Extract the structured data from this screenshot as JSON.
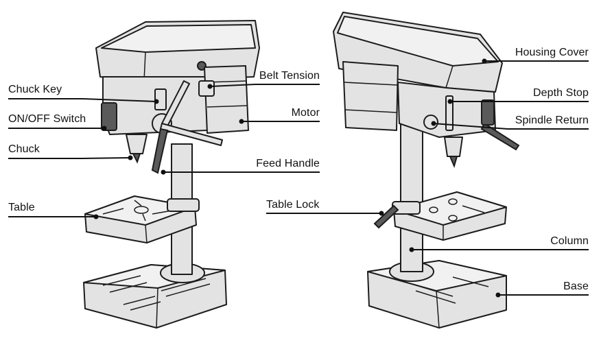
{
  "labels": {
    "chuck_key": "Chuck Key",
    "on_off_switch": "ON/OFF Switch",
    "chuck": "Chuck",
    "table_left": "Table",
    "belt_tension": "Belt Tension",
    "motor": "Motor",
    "feed_handle": "Feed Handle",
    "table_lock": "Table Lock",
    "housing_cover": "Housing Cover",
    "depth_stop": "Depth Stop",
    "spindle_return": "Spindle Return",
    "column": "Column",
    "base": "Base"
  },
  "colors": {
    "line": "#111111",
    "body_fill": "#e3e3e3",
    "background": "#ffffff"
  },
  "icons": [
    "drill-press-front-view",
    "drill-press-rear-view"
  ]
}
